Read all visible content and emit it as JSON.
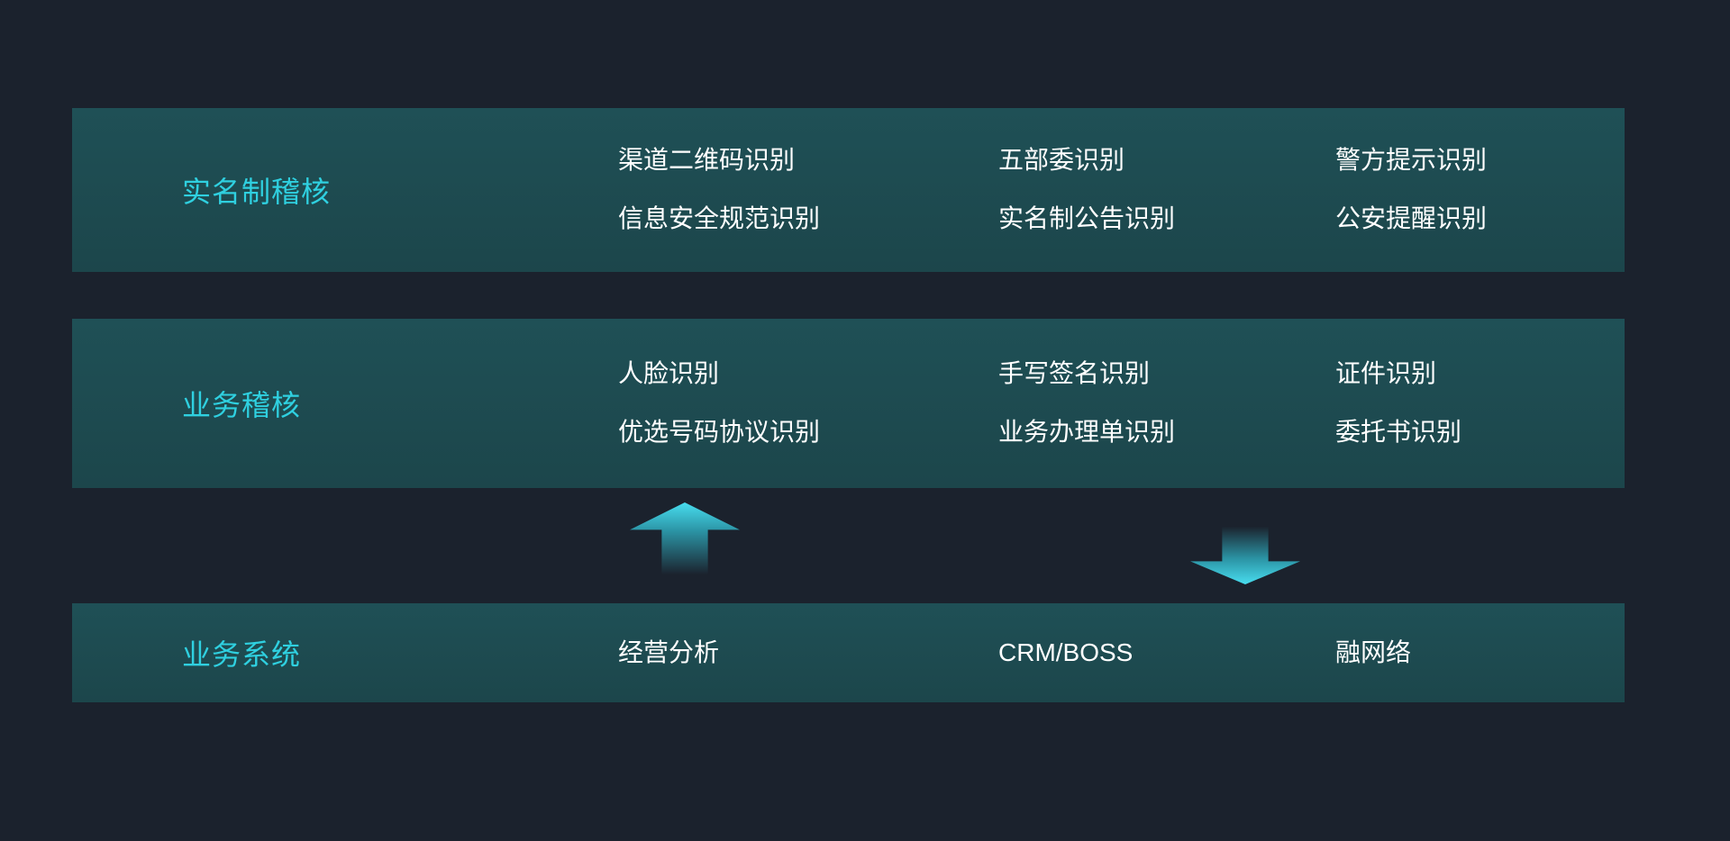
{
  "theme": {
    "background_color": "#1b222d",
    "band_color": "#1d4a4f",
    "accent_color": "#2fd0e0",
    "text_color": "#ffffff",
    "arrow_color": "#48ddef"
  },
  "bands": [
    {
      "label": "实名制稽核",
      "columns": [
        {
          "items": [
            "渠道二维码识别",
            "信息安全规范识别"
          ]
        },
        {
          "items": [
            "五部委识别",
            "实名制公告识别"
          ]
        },
        {
          "items": [
            "警方提示识别",
            "公安提醒识别"
          ]
        }
      ]
    },
    {
      "label": "业务稽核",
      "columns": [
        {
          "items": [
            "人脸识别",
            "优选号码协议识别"
          ]
        },
        {
          "items": [
            "手写签名识别",
            "业务办理单识别"
          ]
        },
        {
          "items": [
            "证件识别",
            "委托书识别"
          ]
        }
      ]
    },
    {
      "label": "业务系统",
      "columns": [
        {
          "items": [
            "经营分析"
          ]
        },
        {
          "items": [
            "CRM/BOSS"
          ]
        },
        {
          "items": [
            "融网络"
          ]
        }
      ]
    }
  ],
  "arrows": [
    {
      "icon": "arrow-up-icon",
      "direction": "up"
    },
    {
      "icon": "arrow-down-icon",
      "direction": "down"
    }
  ]
}
